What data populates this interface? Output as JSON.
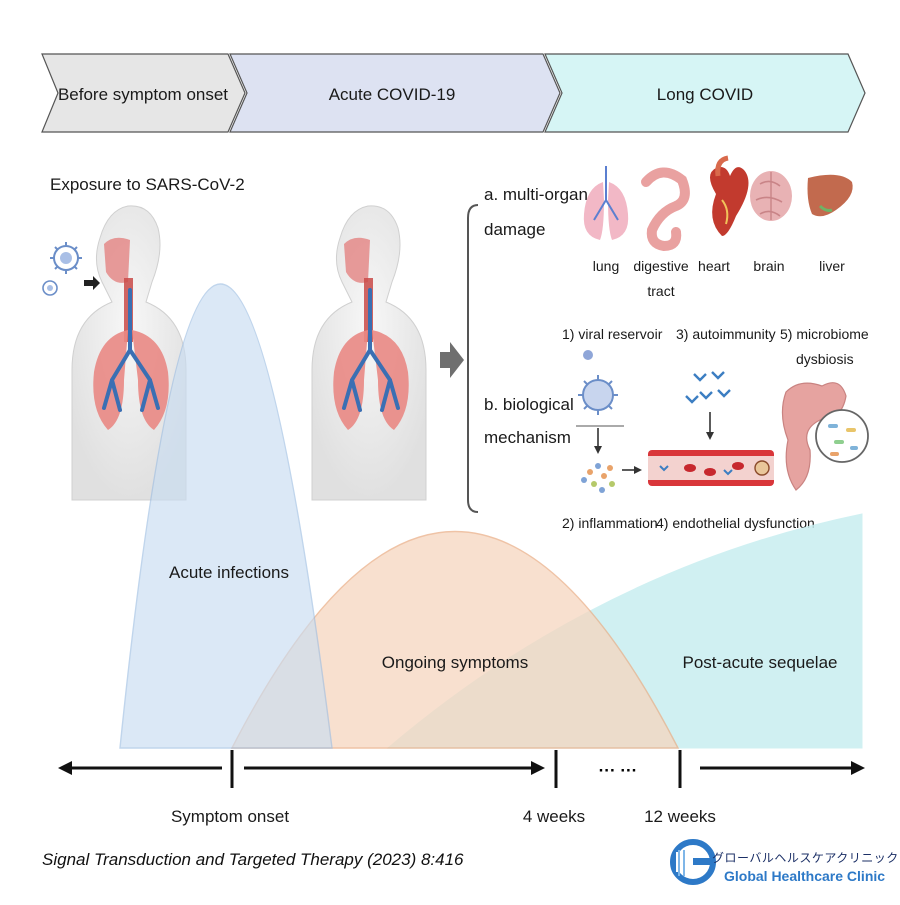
{
  "phases": {
    "before": "Before symptom onset",
    "acute": "Acute COVID-19",
    "long": "Long COVID"
  },
  "exposure_label": "Exposure to SARS-CoV-2",
  "damage": {
    "title_line1": "a. multi-organ",
    "title_line2": "damage",
    "organs": [
      {
        "line1": "lung",
        "line2": ""
      },
      {
        "line1": "digestive",
        "line2": "tract"
      },
      {
        "line1": "heart",
        "line2": ""
      },
      {
        "line1": "brain",
        "line2": ""
      },
      {
        "line1": "liver",
        "line2": ""
      }
    ]
  },
  "mechanism": {
    "title_line1": "b. biological",
    "title_line2": "mechanism",
    "m1": "1) viral reservoir",
    "m2": "2) inflammation",
    "m3": "3) autoimmunity",
    "m4": "4) endothelial dysfunction",
    "m5_line1": "5) microbiome",
    "m5_line2": "dysbiosis"
  },
  "curves": {
    "acute": "Acute infections",
    "ongoing": "Ongoing symptoms",
    "post": "Post-acute sequelae"
  },
  "timeline": {
    "onset": "Symptom onset",
    "w4": "4 weeks",
    "dots": "··· ···",
    "w12": "12 weeks"
  },
  "citation": "Signal Transduction and Targeted Therapy (2023) 8:416",
  "brand": {
    "jp": "グローバルヘルスケアクリニック",
    "en": "Global Healthcare Clinic"
  },
  "colors": {
    "before_phase": "#e6e6e6",
    "acute_phase": "#dde2f2",
    "long_phase": "#d6f5f5",
    "acute_curve": "#c9ddf2",
    "ongoing_curve": "#f6d6bf",
    "post_curve": "#c8eef0",
    "brand_blue": "#2d79c7"
  }
}
